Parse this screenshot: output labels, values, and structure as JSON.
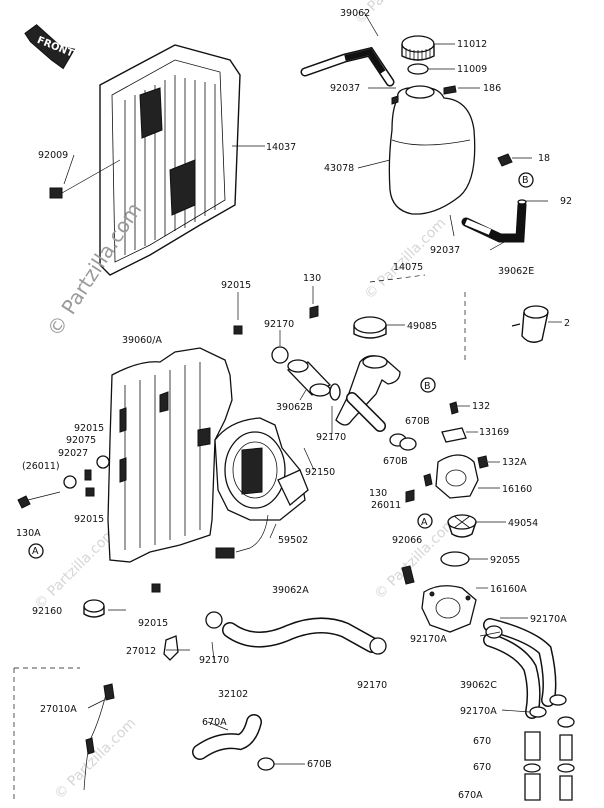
{
  "front_tag": "FRONT",
  "watermarks": {
    "main": "© Partzilla.com",
    "faint": [
      "© Partzilla.com",
      "© Partzilla.com",
      "© Partzilla.com",
      "© Partzilla.com",
      "© Partzilla.com"
    ]
  },
  "parts": [
    {
      "id": "39062-top",
      "text": "39062"
    },
    {
      "id": "11012",
      "text": "11012"
    },
    {
      "id": "11009",
      "text": "11009"
    },
    {
      "id": "92037-top",
      "text": "92037"
    },
    {
      "id": "186",
      "text": "186"
    },
    {
      "id": "92009",
      "text": "92009"
    },
    {
      "id": "14037",
      "text": "14037"
    },
    {
      "id": "43078",
      "text": "43078"
    },
    {
      "id": "18",
      "text": "18"
    },
    {
      "id": "ref-b-top",
      "text": "B"
    },
    {
      "id": "92",
      "text": "92"
    },
    {
      "id": "92037-mid",
      "text": "92037"
    },
    {
      "id": "39062e",
      "text": "39062E"
    },
    {
      "id": "92015-a",
      "text": "92015"
    },
    {
      "id": "130-top",
      "text": "130"
    },
    {
      "id": "14075",
      "text": "14075"
    },
    {
      "id": "49085",
      "text": "49085"
    },
    {
      "id": "2",
      "text": "2"
    },
    {
      "id": "92170-a",
      "text": "92170"
    },
    {
      "id": "39060a",
      "text": "39060/A"
    },
    {
      "id": "ref-b-mid",
      "text": "B"
    },
    {
      "id": "39062b",
      "text": "39062B"
    },
    {
      "id": "132",
      "text": "132"
    },
    {
      "id": "670b-a",
      "text": "670B"
    },
    {
      "id": "92170-b",
      "text": "92170"
    },
    {
      "id": "13169",
      "text": "13169"
    },
    {
      "id": "92015-b",
      "text": "92015"
    },
    {
      "id": "92075",
      "text": "92075"
    },
    {
      "id": "670b-b",
      "text": "670B"
    },
    {
      "id": "132a",
      "text": "132A"
    },
    {
      "id": "92027",
      "text": "92027"
    },
    {
      "id": "92150",
      "text": "92150"
    },
    {
      "id": "26011i",
      "text": "(26011)"
    },
    {
      "id": "16160",
      "text": "16160"
    },
    {
      "id": "130-mid",
      "text": "130"
    },
    {
      "id": "26011",
      "text": "26011"
    },
    {
      "id": "92015-c",
      "text": "92015"
    },
    {
      "id": "ref-a-mid",
      "text": "A"
    },
    {
      "id": "49054",
      "text": "49054"
    },
    {
      "id": "130a",
      "text": "130A"
    },
    {
      "id": "59502",
      "text": "59502"
    },
    {
      "id": "92066",
      "text": "92066"
    },
    {
      "id": "ref-a-left",
      "text": "A"
    },
    {
      "id": "92055",
      "text": "92055"
    },
    {
      "id": "39062a",
      "text": "39062A"
    },
    {
      "id": "16160a",
      "text": "16160A"
    },
    {
      "id": "92160",
      "text": "92160"
    },
    {
      "id": "92015-d",
      "text": "92015"
    },
    {
      "id": "92170a-a",
      "text": "92170A"
    },
    {
      "id": "27012",
      "text": "27012"
    },
    {
      "id": "92170-c",
      "text": "92170"
    },
    {
      "id": "92170a-b",
      "text": "92170A"
    },
    {
      "id": "92170-d",
      "text": "92170"
    },
    {
      "id": "39062c",
      "text": "39062C"
    },
    {
      "id": "27010a",
      "text": "27010A"
    },
    {
      "id": "32102",
      "text": "32102"
    },
    {
      "id": "92170a-c",
      "text": "92170A"
    },
    {
      "id": "670a",
      "text": "670A"
    },
    {
      "id": "670-a",
      "text": "670"
    },
    {
      "id": "670b-c",
      "text": "670B"
    },
    {
      "id": "670-b",
      "text": "670"
    },
    {
      "id": "670a-b",
      "text": "670A"
    }
  ]
}
